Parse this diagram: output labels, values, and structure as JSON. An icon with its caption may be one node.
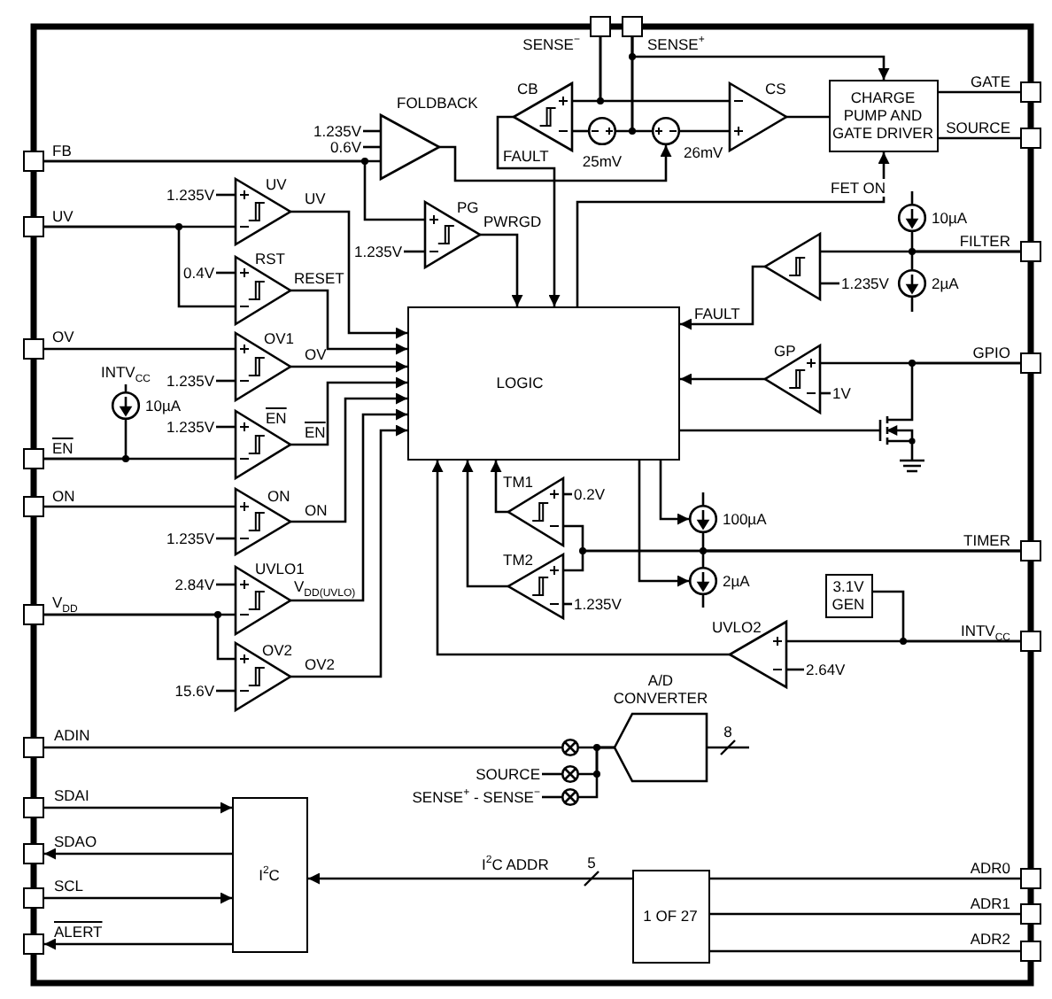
{
  "diagram": {
    "nodes": [
      {
        "text": [
          "SENSE$^{−}$"
        ]
      },
      {
        "text": [
          "SENSE$^{+}$"
        ]
      },
      {
        "text": [
          "FOLDBACK"
        ]
      },
      {
        "text": [
          "1.235V"
        ]
      },
      {
        "text": [
          "0.6V"
        ]
      },
      {
        "text": [
          "CB"
        ]
      },
      {
        "text": [
          "25mV"
        ]
      },
      {
        "text": [
          "26mV"
        ]
      },
      {
        "text": [
          "CS"
        ]
      },
      {
        "text": [
          "CHARGE PUMP AND GATE DRIVER"
        ]
      },
      {
        "text": [
          "GATE"
        ]
      },
      {
        "text": [
          "SOURCE"
        ]
      },
      {
        "text": [
          "FB"
        ]
      },
      {
        "text": [
          "UV"
        ]
      },
      {
        "text": [
          "1.235V"
        ]
      },
      {
        "text": [
          "UV"
        ]
      },
      {
        "text": [
          "0.4V"
        ]
      },
      {
        "text": [
          "RST"
        ]
      },
      {
        "text": [
          "1.235V"
        ]
      },
      {
        "text": [
          "PG"
        ]
      },
      {
        "text": [
          "10µA"
        ]
      },
      {
        "text": [
          "FILTER"
        ]
      },
      {
        "text": [],
        "shape": "triangle"
      },
      {
        "text": [
          "1.235V"
        ]
      },
      {
        "text": [
          "2µA"
        ]
      },
      {
        "text": [
          "LOGIC"
        ]
      },
      {
        "text": [
          "OV"
        ]
      },
      {
        "text": [
          "1.235V"
        ]
      },
      {
        "text": [
          "OV1"
        ]
      },
      {
        "text": [
          "10µA"
        ],
        "beside": [
          "INTV$_{CC}$"
        ]
      },
      {
        "text": [
          "EN"
        ]
      },
      {
        "text": [
          "1.235V"
        ]
      },
      {
        "text": [
          "EN"
        ]
      },
      {
        "text": [
          "GP"
        ]
      },
      {
        "text": [
          "1V"
        ]
      },
      {
        "text": [
          "GPIO"
        ]
      },
      {
        "text": [],
        "shape": "transistor"
      },
      {
        "text": [
          "ON"
        ]
      },
      {
        "text": [
          "ON"
        ]
      },
      {
        "text": [
          "1.235V"
        ]
      },
      {
        "text": [
          "TM1"
        ]
      },
      {
        "text": [
          "0.2V"
        ]
      },
      {
        "text": [
          "100µA"
        ]
      },
      {
        "text": [
          "TM2"
        ]
      },
      {
        "text": [
          "1.235V"
        ]
      },
      {
        "text": [
          "2µA"
        ]
      },
      {
        "text": [
          "TIMER"
        ]
      },
      {
        "text": [
          "V$_{DD}$"
        ]
      },
      {
        "text": [
          "2.84V"
        ]
      },
      {
        "text": [
          "UVLO1"
        ]
      },
      {
        "text": [
          "3.1V GEN"
        ]
      },
      {
        "text": [
          "INTV$_{CC}$"
        ]
      },
      {
        "text": [
          "UVLO2"
        ]
      },
      {
        "text": [
          "2.64V"
        ]
      },
      {
        "text": [
          "15.6V"
        ]
      },
      {
        "text": [
          "OV2"
        ]
      },
      {
        "text": [
          "ADIN"
        ]
      },
      {
        "text": [
          "A/D CONVERTER"
        ]
      },
      {
        "text": [],
        "shape": "circle"
      },
      {
        "text": [
          "SOURCE"
        ]
      },
      {
        "text": [],
        "shape": "circle"
      },
      {
        "text": [
          "SENSE$^{+}$ - SENSE$^{−}$"
        ]
      },
      {
        "text": [],
        "shape": "circle"
      },
      {
        "text": [
          "SDAI"
        ]
      },
      {
        "text": [
          "I$^{2}$C"
        ]
      },
      {
        "text": [
          "SDAO"
        ]
      },
      {
        "text": [
          "SCL"
        ]
      },
      {
        "text": [
          "ALERT"
        ]
      },
      {
        "text": [
          "ADR0"
        ]
      },
      {
        "text": [
          "1 OF 27"
        ]
      },
      {
        "text": [
          "ADR1"
        ]
      },
      {
        "text": [
          "ADR2"
        ]
      }
    ],
    "edges": [
      {
        "from": 0,
        "to": 5,
        "arrow": "none"
      },
      {
        "from": 0,
        "to": 8,
        "arrow": "none"
      },
      {
        "from": 1,
        "to": 6,
        "arrow": "none"
      },
      {
        "from": 1,
        "to": 7,
        "arrow": "none"
      },
      {
        "from": 1,
        "to": 9,
        "arrow": "to"
      },
      {
        "from": 6,
        "to": 5,
        "arrow": "none"
      },
      {
        "from": 7,
        "to": 8,
        "arrow": "none"
      },
      {
        "from": 3,
        "to": 2,
        "arrow": "none"
      },
      {
        "from": 4,
        "to": 2,
        "arrow": "none"
      },
      {
        "from": 12,
        "to": 2,
        "arrow": "none"
      },
      {
        "from": 12,
        "to": 19,
        "arrow": "none"
      },
      {
        "from": 2,
        "to": 7,
        "arrow": "to"
      },
      {
        "from": 8,
        "to": 9,
        "arrow": "none"
      },
      {
        "from": 9,
        "to": 10,
        "arrow": "none"
      },
      {
        "from": 9,
        "to": 11,
        "arrow": "none"
      },
      {
        "from": 5,
        "to": 25,
        "arrow": "to",
        "label": "FAULT"
      },
      {
        "from": 14,
        "to": 15,
        "arrow": "none"
      },
      {
        "from": 13,
        "to": 15,
        "arrow": "none"
      },
      {
        "from": 13,
        "to": 17,
        "arrow": "none"
      },
      {
        "from": 16,
        "to": 17,
        "arrow": "none"
      },
      {
        "from": 15,
        "to": 25,
        "arrow": "to",
        "label": "UV"
      },
      {
        "from": 17,
        "to": 25,
        "arrow": "to",
        "label": "RESET"
      },
      {
        "from": 18,
        "to": 19,
        "arrow": "none"
      },
      {
        "from": 19,
        "to": 25,
        "arrow": "to",
        "label": "PWRGD"
      },
      {
        "from": 25,
        "to": 9,
        "arrow": "to",
        "label": "FET ON"
      },
      {
        "from": 21,
        "to": 22,
        "arrow": "none"
      },
      {
        "from": 21,
        "to": 20,
        "arrow": "none"
      },
      {
        "from": 21,
        "to": 24,
        "arrow": "none"
      },
      {
        "from": 23,
        "to": 22,
        "arrow": "none"
      },
      {
        "from": 22,
        "to": 25,
        "arrow": "to",
        "label": "FAULT"
      },
      {
        "from": 26,
        "to": 28,
        "arrow": "none"
      },
      {
        "from": 27,
        "to": 28,
        "arrow": "none"
      },
      {
        "from": 28,
        "to": 25,
        "arrow": "to",
        "label": "OV"
      },
      {
        "from": 29,
        "to": 30,
        "arrow": "none"
      },
      {
        "from": 30,
        "to": 32,
        "arrow": "none"
      },
      {
        "from": 31,
        "to": 32,
        "arrow": "none"
      },
      {
        "from": 32,
        "to": 25,
        "arrow": "to",
        "label": "EN"
      },
      {
        "from": 35,
        "to": 33,
        "arrow": "none"
      },
      {
        "from": 34,
        "to": 33,
        "arrow": "none"
      },
      {
        "from": 33,
        "to": 25,
        "arrow": "to"
      },
      {
        "from": 35,
        "to": 36,
        "arrow": "none"
      },
      {
        "from": 25,
        "to": 36,
        "arrow": "none"
      },
      {
        "from": 37,
        "to": 38,
        "arrow": "none"
      },
      {
        "from": 39,
        "to": 38,
        "arrow": "none"
      },
      {
        "from": 38,
        "to": 25,
        "arrow": "to",
        "label": "ON"
      },
      {
        "from": 41,
        "to": 40,
        "arrow": "none"
      },
      {
        "from": 46,
        "to": 40,
        "arrow": "none"
      },
      {
        "from": 46,
        "to": 43,
        "arrow": "none"
      },
      {
        "from": 44,
        "to": 43,
        "arrow": "none"
      },
      {
        "from": 40,
        "to": 25,
        "arrow": "to"
      },
      {
        "from": 43,
        "to": 25,
        "arrow": "to"
      },
      {
        "from": 25,
        "to": 42,
        "arrow": "to"
      },
      {
        "from": 25,
        "to": 45,
        "arrow": "to"
      },
      {
        "from": 46,
        "to": 42,
        "arrow": "none"
      },
      {
        "from": 46,
        "to": 45,
        "arrow": "none"
      },
      {
        "from": 48,
        "to": 49,
        "arrow": "none"
      },
      {
        "from": 47,
        "to": 49,
        "arrow": "none"
      },
      {
        "from": 47,
        "to": 55,
        "arrow": "none"
      },
      {
        "from": 54,
        "to": 55,
        "arrow": "none"
      },
      {
        "from": 49,
        "to": 25,
        "arrow": "to",
        "label": "V$_{DD(UVLO)}$"
      },
      {
        "from": 55,
        "to": 25,
        "arrow": "to",
        "label": "OV2"
      },
      {
        "from": 50,
        "to": 51,
        "arrow": "none"
      },
      {
        "from": 51,
        "to": 52,
        "arrow": "none"
      },
      {
        "from": 53,
        "to": 52,
        "arrow": "none"
      },
      {
        "from": 52,
        "to": 25,
        "arrow": "to"
      },
      {
        "from": 56,
        "to": 58,
        "arrow": "none"
      },
      {
        "from": 59,
        "to": 60,
        "arrow": "none"
      },
      {
        "from": 61,
        "to": 62,
        "arrow": "none"
      },
      {
        "from": 58,
        "to": 57,
        "arrow": "none"
      },
      {
        "from": 60,
        "to": 57,
        "arrow": "none"
      },
      {
        "from": 62,
        "to": 57,
        "arrow": "none"
      },
      {
        "from": 57,
        "to": null,
        "arrow": "none"
      },
      {
        "from": 63,
        "to": 64,
        "arrow": "to"
      },
      {
        "from": 64,
        "to": 65,
        "arrow": "to"
      },
      {
        "from": 66,
        "to": 64,
        "arrow": "to"
      },
      {
        "from": 64,
        "to": 67,
        "arrow": "to"
      },
      {
        "from": 69,
        "to": 64,
        "arrow": "to",
        "label": "I$^{2}$C ADDR"
      },
      {
        "from": 68,
        "to": 69,
        "arrow": "none"
      },
      {
        "from": 70,
        "to": 69,
        "arrow": "none"
      },
      {
        "from": 71,
        "to": 69,
        "arrow": "none"
      }
    ],
    "labels": [
      "8",
      "5"
    ]
  }
}
